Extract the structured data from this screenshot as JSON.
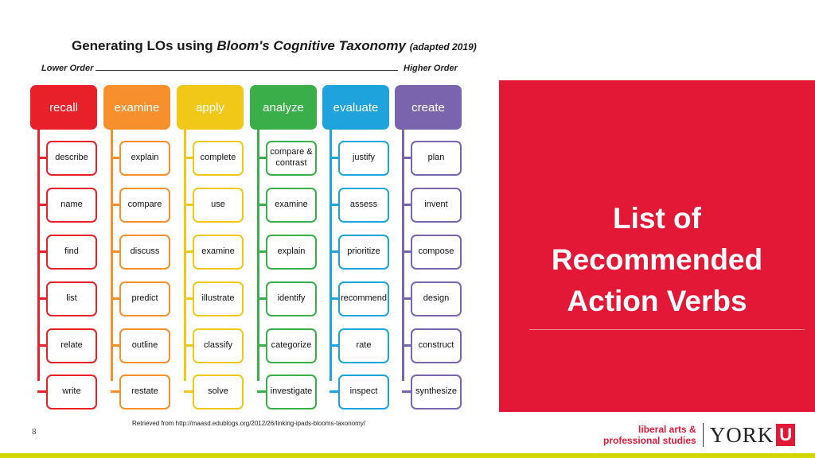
{
  "figure": {
    "title_part1": "Generating LOs using ",
    "title_italic": "Bloom's Cognitive Taxonomy",
    "title_small": "(adapted 2019)",
    "lower_order": "Lower Order",
    "higher_order": "Higher Order",
    "credit": "Retrieved from http://maasd.edublogs.org/2012/26/linking-ipads-blooms-taxonomy/",
    "columns": [
      {
        "label": "recall",
        "color": "#e8202a",
        "items": [
          "describe",
          "name",
          "find",
          "list",
          "relate",
          "write"
        ]
      },
      {
        "label": "examine",
        "color": "#f7902c",
        "items": [
          "explain",
          "compare",
          "discuss",
          "predict",
          "outline",
          "restate"
        ]
      },
      {
        "label": "apply",
        "color": "#f2c818",
        "items": [
          "complete",
          "use",
          "examine",
          "illustrate",
          "classify",
          "solve"
        ]
      },
      {
        "label": "analyze",
        "color": "#3aae48",
        "items": [
          "compare & contrast",
          "examine",
          "explain",
          "identify",
          "categorize",
          "investigate"
        ]
      },
      {
        "label": "evaluate",
        "color": "#1ea3dc",
        "items": [
          "justify",
          "assess",
          "prioritize",
          "recommend",
          "rate",
          "inspect"
        ]
      },
      {
        "label": "create",
        "color": "#7a64ad",
        "items": [
          "plan",
          "invent",
          "compose",
          "design",
          "construct",
          "synthesize"
        ]
      }
    ]
  },
  "panel": {
    "title": "List of\nRecommended\nAction Verbs",
    "color": "#e31837"
  },
  "footer": {
    "page_number": "8",
    "logo_text": "liberal arts &\nprofessional studies",
    "logo_york": "YORK",
    "logo_u": "U"
  }
}
